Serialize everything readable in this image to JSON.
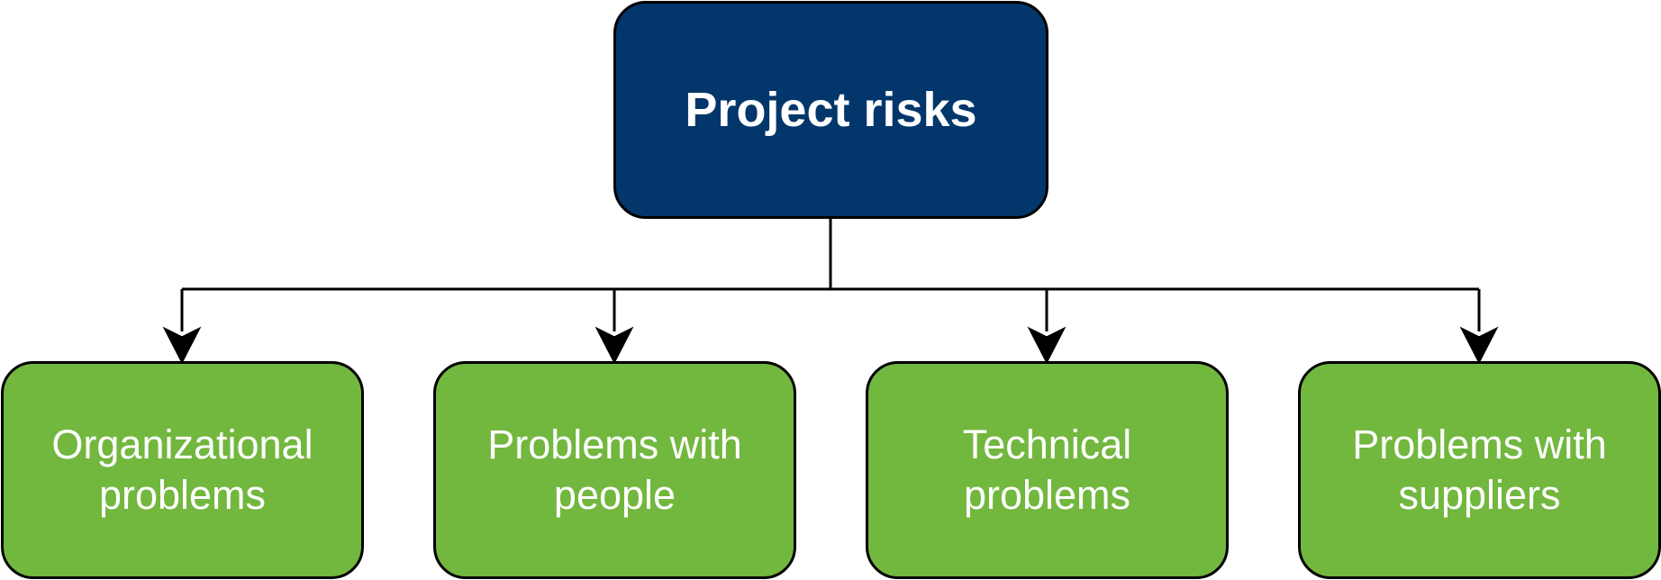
{
  "diagram": {
    "colors": {
      "root_fill": "#03366A",
      "child_fill": "#72B73E",
      "border": "#000000",
      "text": "#FFFFFF",
      "connector": "#000000"
    },
    "root": {
      "label": "Project risks"
    },
    "children": [
      {
        "label": "Organizational problems"
      },
      {
        "label": "Problems with people"
      },
      {
        "label": "Technical problems"
      },
      {
        "label": "Problems with suppliers"
      }
    ]
  }
}
